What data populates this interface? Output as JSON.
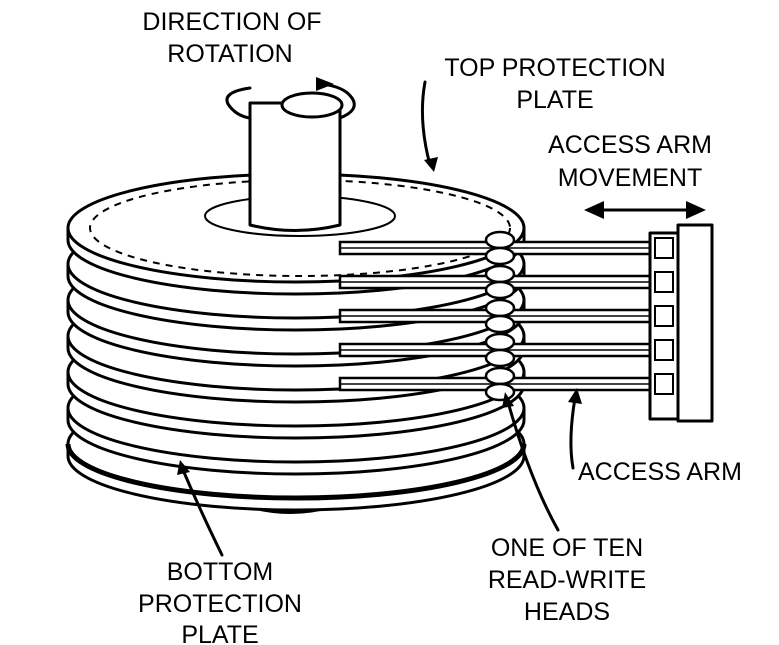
{
  "labels": {
    "rotation": [
      "DIRECTION OF",
      "ROTATION"
    ],
    "top_plate": [
      "TOP PROTECTION",
      "PLATE"
    ],
    "arm_movement": [
      "ACCESS ARM",
      "MOVEMENT"
    ],
    "access_arm": "ACCESS ARM",
    "heads": [
      "ONE OF TEN",
      "READ-WRITE",
      "HEADS"
    ],
    "bottom_plate": [
      "BOTTOM",
      "PROTECTION",
      "PLATE"
    ]
  },
  "colors": {
    "ink": "#000000",
    "paper": "#ffffff"
  }
}
